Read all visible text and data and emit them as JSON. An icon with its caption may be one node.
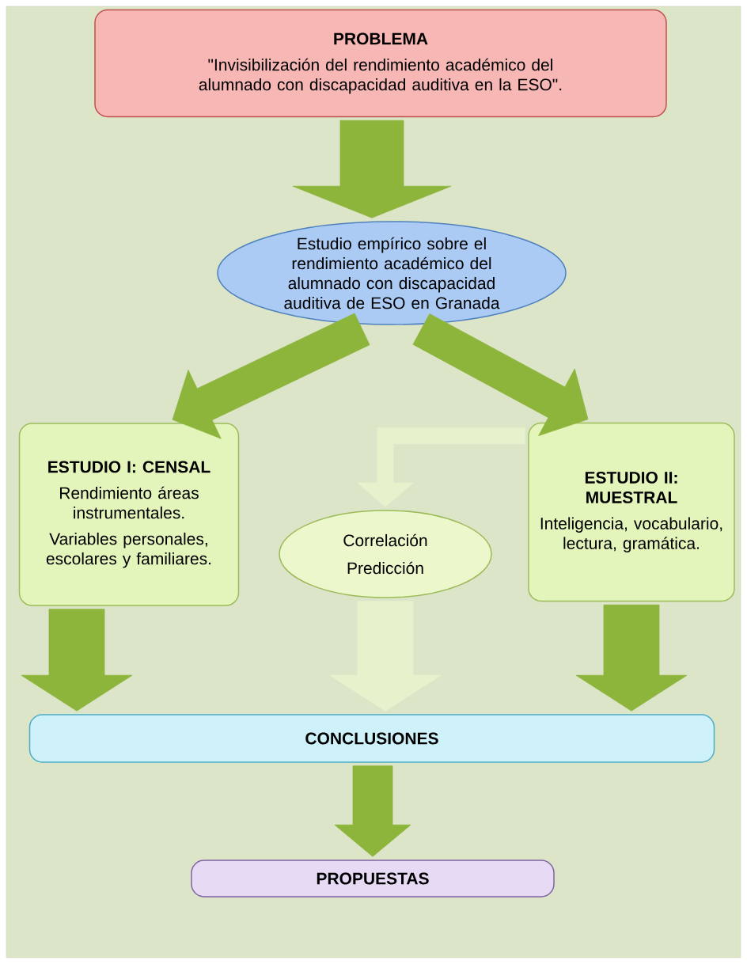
{
  "diagram": {
    "nodes": [
      {
        "text": [
          "PROBLEMA",
          "\"Invisibilización del rendimiento académico del alumnado con discapacidad auditiva en la ESO\"."
        ]
      },
      {
        "text": [
          "Estudio empírico sobre el rendimiento académico del alumnado con discapacidad auditiva de ESO en Granada"
        ]
      },
      {
        "text": [
          "ESTUDIO I: CENSAL",
          "Rendimiento áreas instrumentales.",
          "Variables personales, escolares y familiares."
        ]
      },
      {
        "text": [
          "Correlación",
          "Predicción"
        ]
      },
      {
        "text": [
          "ESTUDIO II: MUESTRAL",
          "Inteligencia, vocabulario, lectura, gramática."
        ]
      },
      {
        "text": [
          "CONCLUSIONES"
        ]
      },
      {
        "text": [
          "PROPUESTAS"
        ]
      }
    ],
    "edges": [
      {
        "from": 0,
        "to": 1,
        "arrow": "to"
      },
      {
        "from": 1,
        "to": 2,
        "arrow": "to"
      },
      {
        "from": 1,
        "to": 4,
        "arrow": "to"
      },
      {
        "from": 4,
        "to": 3,
        "arrow": "to",
        "color": "#e6f2cc"
      },
      {
        "from": 2,
        "to": 5,
        "arrow": "to"
      },
      {
        "from": 3,
        "to": 5,
        "arrow": "to",
        "color": "#e6f2cc"
      },
      {
        "from": 4,
        "to": 5,
        "arrow": "to"
      },
      {
        "from": 5,
        "to": 6,
        "arrow": "to"
      }
    ]
  }
}
